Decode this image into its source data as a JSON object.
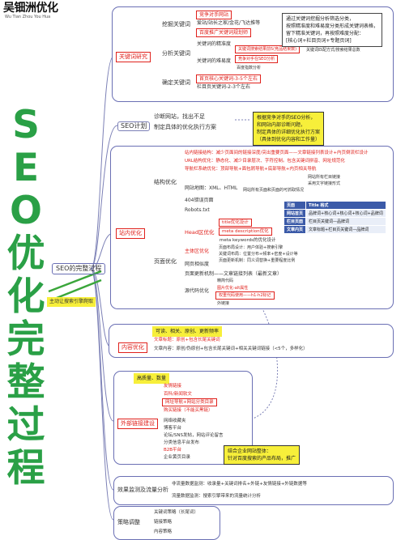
{
  "logo": {
    "title": "吴钿洲优化",
    "subtitle": "Wu Tian Zhou You Hua"
  },
  "main_title": [
    "S",
    "E",
    "O",
    "优",
    "化",
    "完",
    "整",
    "过",
    "程"
  ],
  "root": "SEO的完整过程",
  "keyword_research": {
    "label": "关键词研究",
    "branches": [
      "挖掘关键词",
      "分析关键词",
      "确定关键词"
    ],
    "dig": [
      "竞争对手网站",
      "爱站/站长之家/金花/飞达推等",
      "百度推广关键词规划师"
    ],
    "analyze": [
      "关键词的精准度",
      "关键词的难易度"
    ],
    "analyze_hint_a": "关键词搜索结果前5(竞品结果数)",
    "analyze_hint_b": "关键词匹配方式/搜索结果总数",
    "analyze_hint_c": "竞争对手在SEO分析",
    "analyze_hint_d": "百度指数分析",
    "decide": [
      "首页核心关键词-3-5个左右",
      "栏目页关键词-2-3个左右"
    ],
    "note": [
      "通过关键词挖掘分析筛选分类，",
      "按照精准度和难易度分类形成关键词表格，",
      "留下精准关键词，再按照难度分配：",
      "[核心词+栏目页词+专题页词]"
    ]
  },
  "seo_plan": {
    "label": "SEO计划",
    "items": [
      "诊断网站，找出不足",
      "制定具体的优化执行方案"
    ],
    "note": [
      "根据竞争对手的SEO分析，",
      "和网站内部诊断问题，",
      "制定具体的详细优化执行方案",
      "（具体到优化内容和工作量）"
    ]
  },
  "onsite": {
    "label": "站内优化",
    "structure_label": "结构优化",
    "structure": [
      "站内链接结构：减少页面间的链接深度/突出重要页面——文章链接列表设计+内页倒流栏设计",
      "URL结构优化：静态化、减少目录层次、字符控制。包含关键词拼音、网址规范化",
      "导航栏系统优化：顶部导航+面包屑导航+底部导航+内页相关导航",
      "网站地图：XML、HTML",
      "404错误页面",
      "Robots.txt"
    ],
    "sitemap_hint": "网站所有页面和页面的可抓取情况",
    "nav_hint_a": "网站所有栏目链接",
    "nav_hint_b": "采用文字链接形式",
    "page_label": "页面优化",
    "head_label": "Head区优化",
    "head": [
      "title优化设计",
      "meta description优化",
      "meta keywords的优化设计"
    ],
    "body_label": "主体区优化",
    "body": [
      "页面布局设计：用户体验+搜索引擎",
      "关键词布局：位置分布+频率+密度+设计等",
      "页面更新机制：同义词替换+重要程度比例"
    ],
    "other": [
      "网页相似度",
      "页面更新机制——文章链接列表（最新文章）"
    ],
    "source_label": "源代码优化",
    "source": [
      "精简代码",
      "图片优化-alt属性",
      "权重代码使用——h1-h2标记",
      "外链接"
    ],
    "table": {
      "headers": [
        "页面",
        "Title 格式"
      ],
      "rows": [
        [
          "网站首页",
          "品牌词+核心词+核心词+核心词+品牌词"
        ],
        [
          "栏目页面",
          "栏目页关键词—品牌词"
        ],
        [
          "文章内页",
          "文章标题+栏目页关键词—品牌词"
        ]
      ]
    }
  },
  "engine_hint": "主动让搜索引擎爬取",
  "content": {
    "label": "内容优化",
    "tag": "可读、相关、原创、更新频率",
    "items": [
      "文章标题：原创+包含长尾关键词",
      "文章内容：原创/伪原创+包含长尾关键词+相关关键词链接（<5个，多样化）"
    ]
  },
  "external": {
    "label": "外部链接建设",
    "tag": "高质量、数量",
    "items": [
      "友情链接",
      "百科/新闻软文",
      "网址导航+网站分类目录",
      "购买链接（不能买黑链）",
      "网络收藏夹",
      "博客平台",
      "论坛/SNS发帖，网站评论留言",
      "分类信息平台发布",
      "B2B平台",
      "企业黄页目录"
    ],
    "note": [
      "结合企业网站整体：",
      "针对百度搜索的产品布局，推广"
    ]
  },
  "analysis": {
    "label": "效果监测及流量分析",
    "items": [
      "非流量数据监测：收录量+关键词排名+外链+友情链接+外链数据等",
      "流量数据监测：搜索引擎带来的流量统计分析"
    ]
  },
  "strategy": {
    "label": "策略调整",
    "items": [
      "关键词策略（长尾词）",
      "链接策略",
      "内容策略"
    ]
  }
}
